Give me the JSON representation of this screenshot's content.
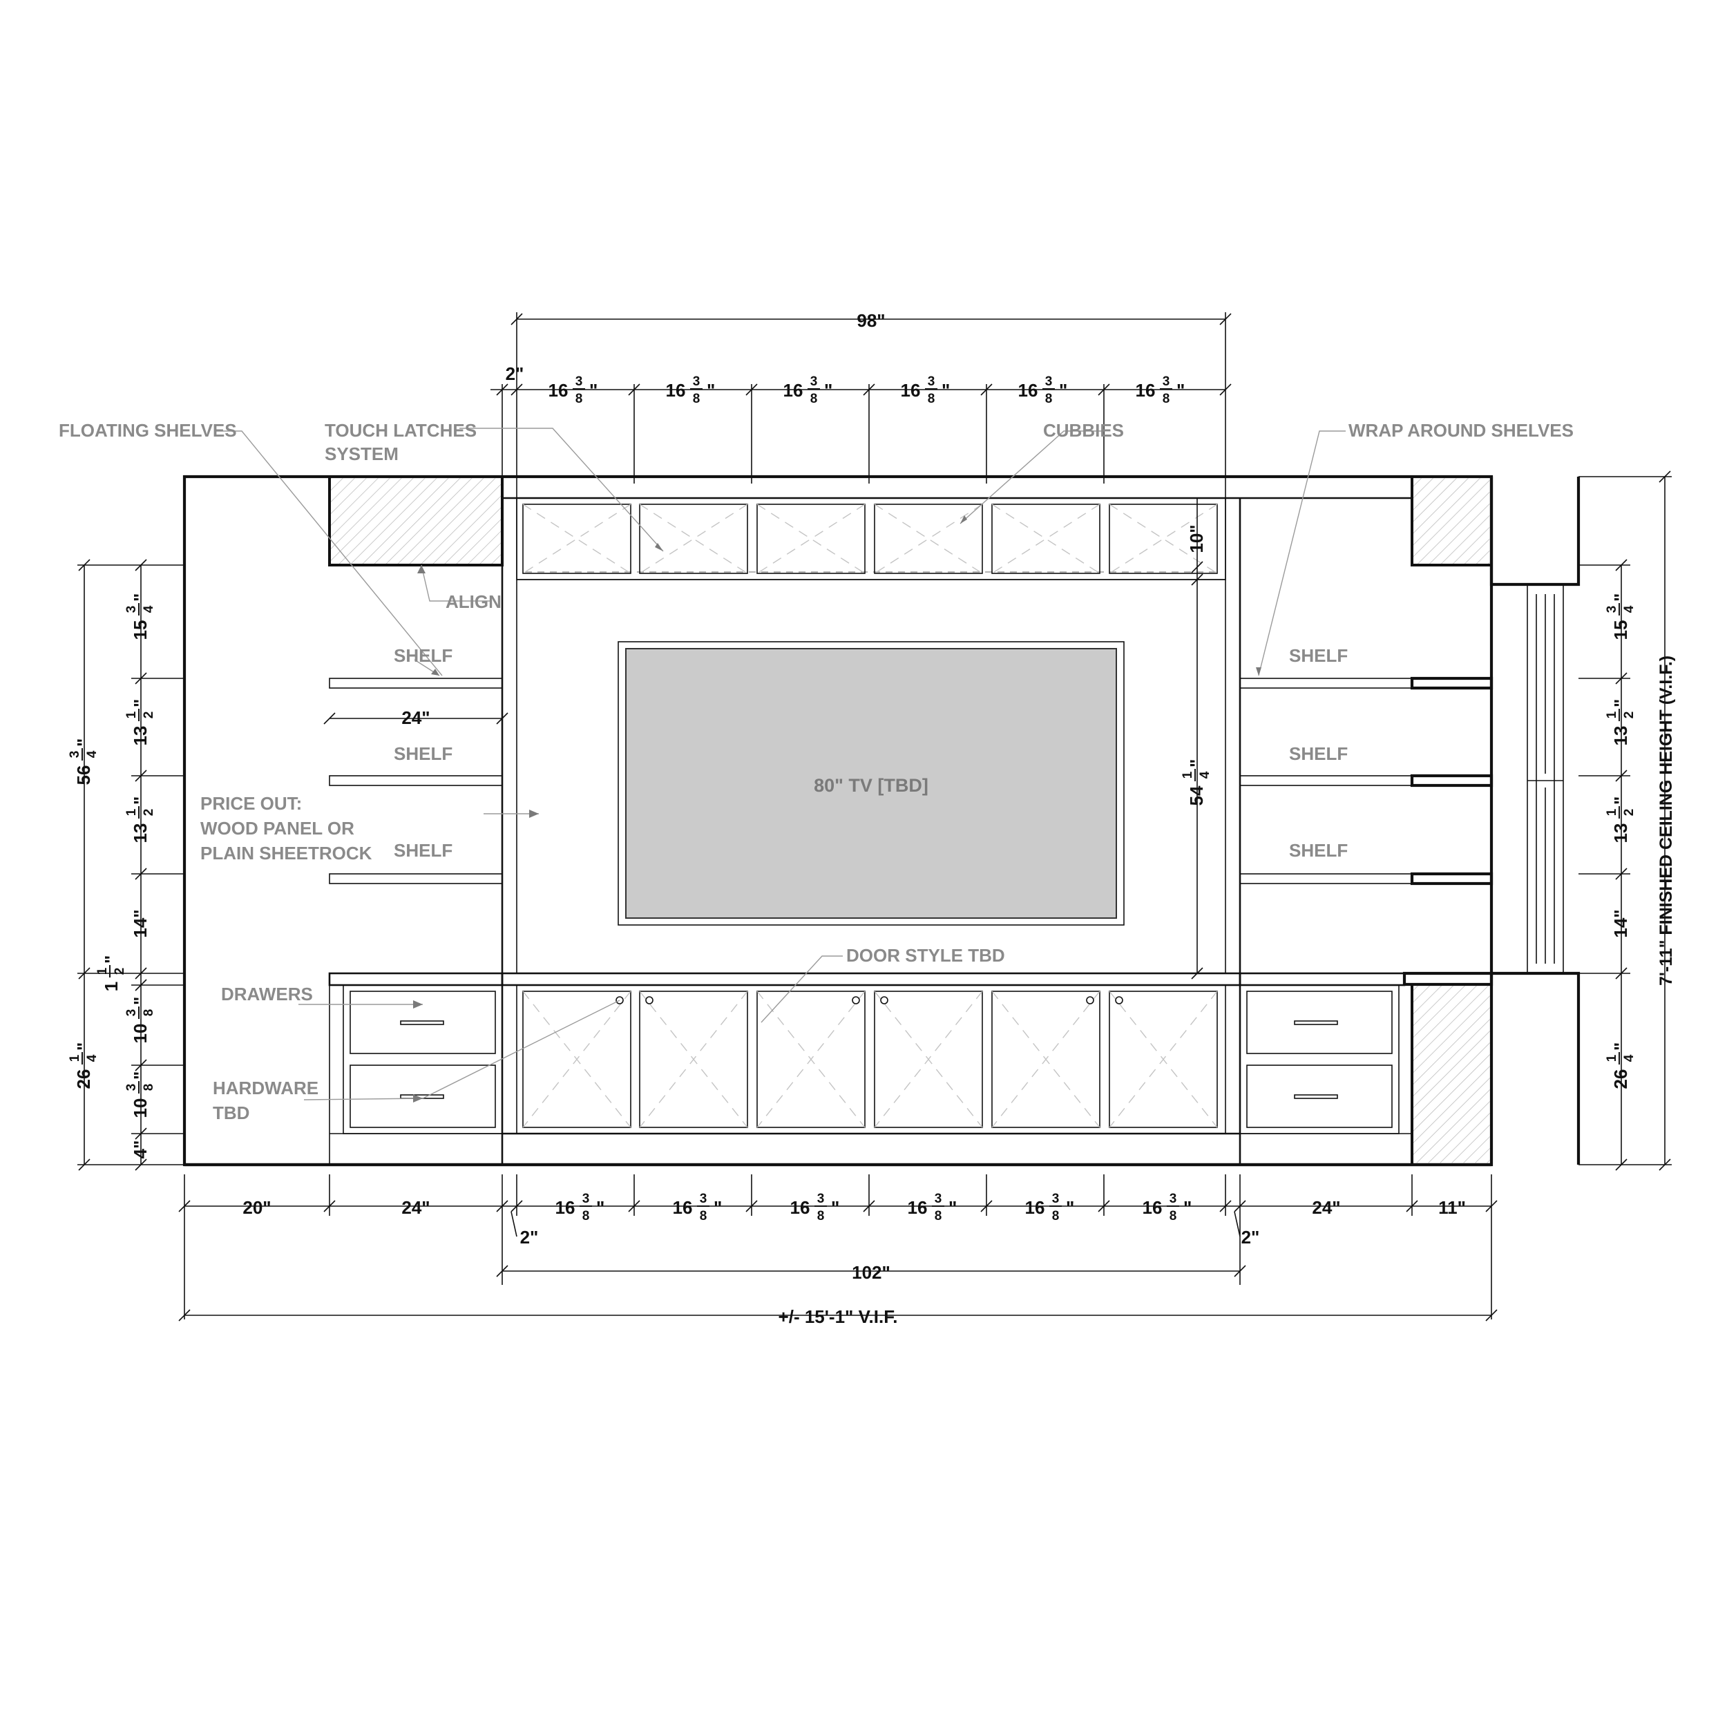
{
  "drawing": {
    "top_dims": {
      "overall": "98\"",
      "side_gap": "2\"",
      "cubby_whole": "16",
      "cubby_num": "3",
      "cubby_den": "8",
      "inch": "\""
    },
    "bottom_dims": {
      "left_return": "20\"",
      "left_cab": "24\"",
      "right_cab": "24\"",
      "right_return": "11\"",
      "gap_left": "2\"",
      "gap_right": "2\"",
      "center": "102\"",
      "total": "+/- 15'-1\" V.I.F.",
      "cab_whole": "16",
      "cab_num": "3",
      "cab_den": "8",
      "inch": "\""
    },
    "left_dims": {
      "overall_whole": "56",
      "overall_num": "3",
      "overall_den": "4",
      "lower_whole": "26",
      "lower_num": "1",
      "lower_den": "4",
      "d1_whole": "15",
      "d1_num": "3",
      "d1_den": "4",
      "d2_whole": "13",
      "d2_num": "1",
      "d2_den": "2",
      "d3_whole": "13",
      "d3_num": "1",
      "d3_den": "2",
      "d4": "14\"",
      "d5_whole": "1",
      "d5_num": "1",
      "d5_den": "2",
      "d6_whole": "10",
      "d6_num": "3",
      "d6_den": "8",
      "d7_whole": "10",
      "d7_num": "3",
      "d7_den": "8",
      "d8": "4\"",
      "inch": "\""
    },
    "right_dims": {
      "d1_whole": "15",
      "d1_num": "3",
      "d1_den": "4",
      "d2_whole": "13",
      "d2_num": "1",
      "d2_den": "2",
      "d3_whole": "13",
      "d3_num": "1",
      "d3_den": "2",
      "d4": "14\"",
      "lower_whole": "26",
      "lower_num": "1",
      "lower_den": "4",
      "ceiling": "7'-11\" FINISHED CEILING HEIGHT (V.I.F.)",
      "inch": "\""
    },
    "inner_dims": {
      "cubby_height": "10\"",
      "opening_whole": "54",
      "opening_num": "1",
      "opening_den": "4",
      "shelf_width": "24\"",
      "inch": "\""
    },
    "notes": {
      "floating_shelves": "FLOATING SHELVES",
      "touch_latches_1": "TOUCH LATCHES",
      "touch_latches_2": "SYSTEM",
      "cubbies": "CUBBIES",
      "wrap_around": "WRAP AROUND SHELVES",
      "align": "ALIGN",
      "shelf": "SHELF",
      "price_out_1": "PRICE OUT:",
      "price_out_2": "WOOD PANEL OR",
      "price_out_3": "PLAIN SHEETROCK",
      "door_style": "DOOR STYLE TBD",
      "drawers": "DRAWERS",
      "hardware_1": "HARDWARE",
      "hardware_2": "TBD",
      "tv": "80\" TV [TBD]"
    }
  }
}
